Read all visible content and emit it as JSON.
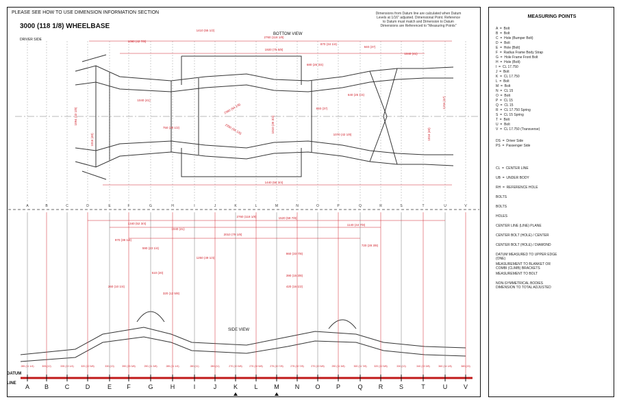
{
  "header": {
    "instruction": "PLEASE SEE HOW TO USE DIMENSION INFORMATION SECTION",
    "title": "3000 (118 1/8) WHEELBASE",
    "driver_side": "DRIVER SIDE",
    "top_note": "Dimensions from Datum line are calculated when Datum\nLevels at 1/16\" adjusted. Dimensional Point. Reference\nto Datum must match and Dimension to Datum\nDimensions are Referenced to \"Measuring Points\""
  },
  "views": {
    "bottom": "BOTTOM VIEW",
    "side": "SIDE VIEW"
  },
  "datum": {
    "label": "DATUM",
    "line_label": "LINE",
    "letters": [
      "A",
      "B",
      "C",
      "D",
      "E",
      "F",
      "G",
      "H",
      "I",
      "J",
      "K",
      "L",
      "M",
      "N",
      "O",
      "P",
      "Q",
      "R",
      "S",
      "T",
      "U",
      "V"
    ],
    "marked": [
      "K",
      "M"
    ]
  },
  "legend": {
    "title": "MEASURING POINTS",
    "points": [
      "A  =  Bolt",
      "B  =  Bolt",
      "C  =  Hole (Bumper Bolt)",
      "D  =  Bolt",
      "E  =  Hole (Bolt)",
      "F  =  Radius Frame Body Strap",
      "G  =  Hole Frame Front Bolt",
      "H  =  Hole (Bolt)",
      "I  =  CL 17.750",
      "J  =  Bolt",
      "K  =  CL 17.750",
      "L  =  Bolt",
      "M  =  Bolt",
      "N  =  CL 15",
      "O  =  Bolt",
      "P  =  CL 15",
      "Q  =  CL 15",
      "R  =  CL 17.750 Spring",
      "S  =  CL 15 Spring",
      "T  =  Bolt",
      "U  =  Bolt",
      "V  =  CL 17.750 (Transverse)"
    ],
    "sides": [
      "DS  =  Driver Side",
      "PS  =  Passenger Side"
    ],
    "symbols": [
      "CL  =  CENTER LINE",
      "UB  =  UNDER BODY",
      "RH  =  REFERENCE HOLE",
      "BOLTS",
      "BOLTS",
      "HOLES",
      "CENTER LINE (LINE) PLANE",
      "CENTER BOLT (HOLE) / CENTER",
      "CENTER BOLT (HOLE) / DIAMOND",
      "DATUM MEASURED TO UPPER EDGE\n(ONE)",
      "MEASUREMENT TO BLANKET OR\nCOMBI (CLIMB) BRACKETS",
      "MEASUREMENT TO BOLT",
      "NON-SYMMETRICAL BODIES\nDIMENSION TO TOTAL ADJUSTED"
    ]
  },
  "labels": {
    "bottom": {
      "top_span": "2760 (118 1/8)",
      "center_span": "1920 (75 5/8)",
      "left_width": "1094 (43 1/8)",
      "right_width": "1194 (47)",
      "front_width": "1016 (40)",
      "rear_width": "1016 (40)",
      "diag_1": "2390 (94 1/8)",
      "diag_2": "2390 (94 1/8)",
      "mid_1": "1040 (41)",
      "mid_2": "750 (29 1/2)",
      "mid_3": "1010 (39 3/4)",
      "mid_4": "940 (37)",
      "mid_5": "1070 (42 1/8)",
      "mid_6": "640 (25 1/4)",
      "center_bottom": "1440 (56 3/4)",
      "top_1": "1090 (42 7/8)",
      "top_2": "1410 (55 1/2)",
      "top_3": "870 (34 1/4)",
      "top_4": "940 (37)",
      "top_5": "1040 (41)",
      "top_6": "680 (26 3/4)"
    },
    "side": {
      "top_span": "2760 (118 1/8)",
      "s1": "1340 (52 3/4)",
      "s2": "1040 (41)",
      "s3": "2010 (79 1/8)",
      "s4": "1520 (59 7/8)",
      "s5": "1140 (44 7/8)",
      "s6": "970 (38 1/4)",
      "s7": "590 (23 1/4)",
      "s8": "1250 (49 1/4)",
      "s9": "860 (33 7/8)",
      "s10": "720 (28 3/8)",
      "s11": "510 (20)",
      "s12": "390 (15 3/8)",
      "s13": "420 (16 1/2)",
      "s14": "260 (10 1/4)",
      "s15": "320 (12 5/8)"
    },
    "heights": [
      "285 (11 1/4)",
      "305 (12)",
      "335 (13 1/4)",
      "320 (12 5/8)",
      "330 (13)",
      "390 (15 3/8)",
      "290 (11 3/8)",
      "285 (11 1/4)",
      "280 (11)",
      "280 (11)",
      "270 (10 5/8)",
      "270 (10 5/8)",
      "275 (10 7/8)",
      "275 (10 7/8)",
      "270 (10 5/8)",
      "290 (11 3/8)",
      "300 (11 7/8)",
      "320 (12 5/8)",
      "330 (13)",
      "340 (13 3/8)",
      "360 (14 1/8)",
      "380 (15)"
    ]
  },
  "colors": {
    "dimension": "#d0202a",
    "frame": "#333333",
    "datum_line": "#c01818",
    "construction": "#777777"
  }
}
